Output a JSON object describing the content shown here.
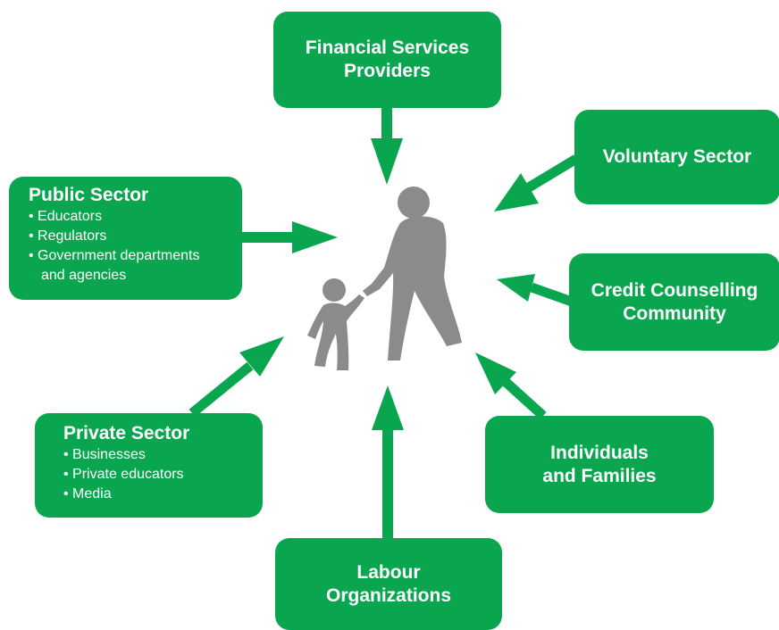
{
  "colors": {
    "box_fill": "#0aa64f",
    "arrow": "#0aa64f",
    "figure": "#8b8b8b",
    "text": "#ffffff"
  },
  "center_icon": "adult-and-child-holding-hands",
  "nodes": {
    "financial": {
      "line1": "Financial Services",
      "line2": "Providers"
    },
    "voluntary": {
      "line1": "Voluntary Sector"
    },
    "public": {
      "title": "Public Sector",
      "items": [
        "Educators",
        "Regulators",
        "Government departments",
        "and agencies"
      ]
    },
    "credit": {
      "line1": "Credit Counselling",
      "line2": "Community"
    },
    "private": {
      "title": "Private Sector",
      "items": [
        "Businesses",
        "Private educators",
        "Media"
      ]
    },
    "individuals": {
      "line1": "Individuals",
      "line2": "and Families"
    },
    "labour": {
      "line1": "Labour",
      "line2": "Organizations"
    }
  }
}
